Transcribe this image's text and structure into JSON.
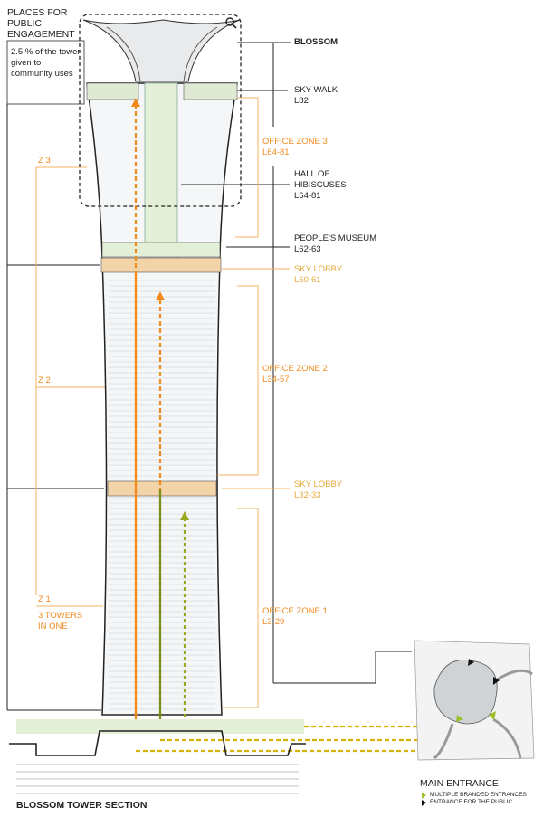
{
  "header": {
    "title": "PLACES FOR PUBLIC ENGAGEMENT",
    "note": "2.5 % of the tower given to community uses"
  },
  "zones_left": [
    {
      "label": "Z 3"
    },
    {
      "label": "Z 2"
    },
    {
      "label": "Z 1",
      "sub": "3 TOWERS IN ONE"
    }
  ],
  "labels_right": {
    "blossom": "BLOSSOM",
    "sky_walk": {
      "name": "SKY WALK",
      "level": "L82"
    },
    "office_zone_3": {
      "name": "OFFICE ZONE 3",
      "level": "L64-81"
    },
    "hall": {
      "name": "HALL OF HIBISCUSES",
      "level": "L64-81"
    },
    "museum": {
      "name": "PEOPLE'S MUSEUM",
      "level": "L62-63"
    },
    "sky_lobby_upper": {
      "name": "SKY LOBBY",
      "level": "L60-61"
    },
    "office_zone_2": {
      "name": "OFFICE ZONE 2",
      "level": "L34-57"
    },
    "sky_lobby_lower": {
      "name": "SKY LOBBY",
      "level": "L32-33"
    },
    "office_zone_1": {
      "name": "OFFICE ZONE 1",
      "level": "L3-29"
    }
  },
  "legend": {
    "title": "MAIN ENTRANCE",
    "items": [
      {
        "label": "MULTIPLE BRANDED ENTRANCES",
        "color": "#9bbf2a"
      },
      {
        "label": "ENTRANCE FOR THE PUBLIC",
        "color": "#111111"
      }
    ]
  },
  "footer": {
    "title": "BLOSSOM TOWER SECTION"
  },
  "colors": {
    "orange": "#f08a1c",
    "olive": "#7a8f1a",
    "yellow": "#c9a800",
    "lobby": "#f3d3a8",
    "atrium": "#e3efd6"
  }
}
